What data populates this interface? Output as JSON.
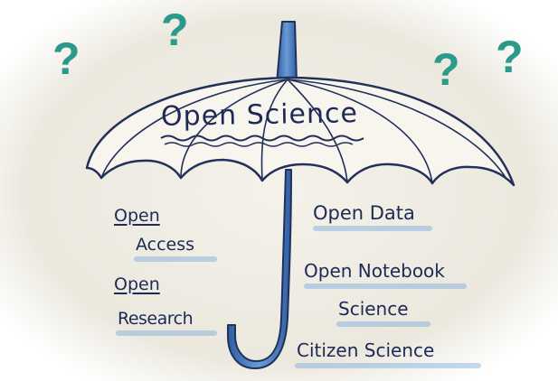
{
  "question_marks": [
    "?",
    "?",
    "?",
    "?"
  ],
  "title": "Open Science",
  "left_labels": {
    "open_access_line1": "Open",
    "open_access_line2": "Access",
    "open_research_line1": "Open",
    "open_research_line2": "Research"
  },
  "right_labels": {
    "open_data": "Open Data",
    "open_notebook_line1": "Open Notebook",
    "open_notebook_line2": "Science",
    "citizen_science": "Citizen Science"
  },
  "colors": {
    "question_mark": "#2a9a8a",
    "ink": "#1e2a55",
    "handle_blue": "#3d72b8",
    "paper": "#efece3"
  },
  "icons": [
    "umbrella-icon"
  ]
}
